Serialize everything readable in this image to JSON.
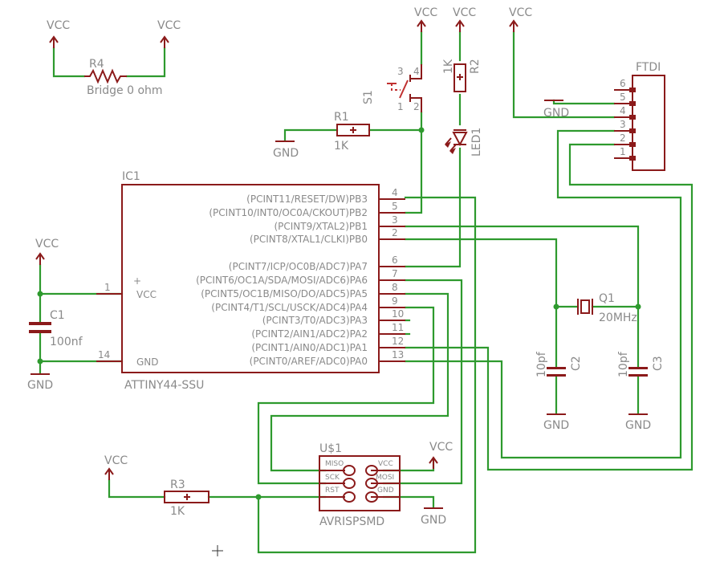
{
  "colors": {
    "wire": "#2e9a2e",
    "symbol": "#8b1a1a",
    "text": "#8a8a8a",
    "background": "#ffffff"
  },
  "power": {
    "vcc": "VCC",
    "gnd": "GND"
  },
  "r4": {
    "name": "R4",
    "value": "Bridge 0 ohm"
  },
  "s1": {
    "name": "S1",
    "pins": [
      "1",
      "2",
      "3",
      "4"
    ]
  },
  "r2": {
    "name": "R2",
    "value": "1K"
  },
  "led1": {
    "name": "LED1"
  },
  "r1": {
    "name": "R1",
    "value": "1K"
  },
  "ftdi": {
    "name": "FTDI",
    "pins": [
      "6",
      "5",
      "4",
      "3",
      "2",
      "1"
    ]
  },
  "ic1": {
    "name": "IC1",
    "part": "ATTINY44-SSU",
    "vcc_label": "VCC",
    "gnd_label": "GND",
    "vcc_pin": "1",
    "gnd_pin": "14",
    "plus": "+",
    "pins": [
      {
        "label": "(PCINT11/RESET/DW)PB3",
        "num": "4"
      },
      {
        "label": "(PCINT10/INT0/OC0A/CKOUT)PB2",
        "num": "5"
      },
      {
        "label": "(PCINT9/XTAL2)PB1",
        "num": "3"
      },
      {
        "label": "(PCINT8/XTAL1/CLKI)PB0",
        "num": "2"
      },
      {
        "label": "(PCINT7/ICP/OC0B/ADC7)PA7",
        "num": "6"
      },
      {
        "label": "(PCINT6/OC1A/SDA/MOSI/ADC6)PA6",
        "num": "7"
      },
      {
        "label": "(PCINT5/OC1B/MISO/DO/ADC5)PA5",
        "num": "8"
      },
      {
        "label": "(PCINT4/T1/SCL/USCK/ADC4)PA4",
        "num": "9"
      },
      {
        "label": "(PCINT3/T0/ADC3)PA3",
        "num": "10"
      },
      {
        "label": "(PCINT2/AIN1/ADC2)PA2",
        "num": "11"
      },
      {
        "label": "(PCINT1/AIN0/ADC1)PA1",
        "num": "12"
      },
      {
        "label": "(PCINT0/AREF/ADC0)PA0",
        "num": "13"
      }
    ]
  },
  "c1": {
    "name": "C1",
    "value": "100nf"
  },
  "q1": {
    "name": "Q1",
    "value": "20MHz"
  },
  "c2": {
    "name": "C2",
    "value": "10pf"
  },
  "c3": {
    "name": "C3",
    "value": "10pf"
  },
  "r3": {
    "name": "R3",
    "value": "1K"
  },
  "isp": {
    "name": "U$1",
    "part": "AVRISPSMD",
    "pins": {
      "miso": "MISO",
      "sck": "SCK",
      "rst": "RST",
      "vcc": "VCC",
      "mosi": "MOSI",
      "gnd": "GND"
    }
  }
}
